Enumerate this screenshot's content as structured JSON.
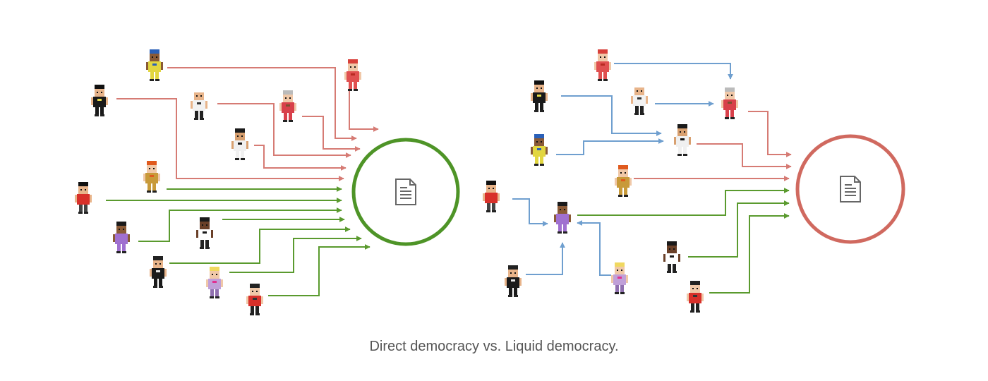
{
  "caption": "Direct democracy vs. Liquid democracy.",
  "colors": {
    "direct_vote": "#5a9a2e",
    "vote_against": "#d67b74",
    "delegation": "#6f9fcf",
    "direct_circle": "#4e9427",
    "liquid_circle": "#d0695f",
    "document_icon": "#666666"
  },
  "diagrams": [
    {
      "id": "direct",
      "circle_color": "#4e9427",
      "icon": "document-icon",
      "voters": [
        {
          "id": "egypt",
          "look": "dark-skin-blue-cap"
        },
        {
          "id": "businessman",
          "look": "black-suit"
        },
        {
          "id": "chef",
          "look": "white-bandana"
        },
        {
          "id": "grandma",
          "look": "grey-hair-red-dress"
        },
        {
          "id": "redhair-flag",
          "look": "red-hair-red-flag"
        },
        {
          "id": "karate",
          "look": "white-gi"
        },
        {
          "id": "redhead",
          "look": "curly-orange-hair"
        },
        {
          "id": "flagguy",
          "look": "red-shirt-flag"
        },
        {
          "id": "purplegirl",
          "look": "purple-dress"
        },
        {
          "id": "hatman",
          "look": "black-hat"
        },
        {
          "id": "mask",
          "look": "wrestler-mask"
        },
        {
          "id": "blonde",
          "look": "blonde-pink-glasses"
        },
        {
          "id": "cowboy",
          "look": "red-vest-hat"
        }
      ]
    },
    {
      "id": "liquid",
      "circle_color": "#d0695f",
      "icon": "document-icon",
      "voters": [
        {
          "id": "redhair-flag",
          "look": "red-hair-red-flag"
        },
        {
          "id": "businessman",
          "look": "black-suit"
        },
        {
          "id": "chef",
          "look": "white-bandana"
        },
        {
          "id": "grandma",
          "look": "grey-hair-red-dress"
        },
        {
          "id": "egypt",
          "look": "dark-skin-blue-cap"
        },
        {
          "id": "karate",
          "look": "white-gi"
        },
        {
          "id": "redhead",
          "look": "curly-orange-hair"
        },
        {
          "id": "flagguy",
          "look": "red-shirt-flag"
        },
        {
          "id": "purplegirl",
          "look": "purple-dress"
        },
        {
          "id": "mask",
          "look": "wrestler-mask"
        },
        {
          "id": "blonde",
          "look": "blonde-pink-glasses"
        },
        {
          "id": "hatman",
          "look": "black-hat"
        },
        {
          "id": "cowboy",
          "look": "red-vest-hat"
        }
      ]
    }
  ]
}
